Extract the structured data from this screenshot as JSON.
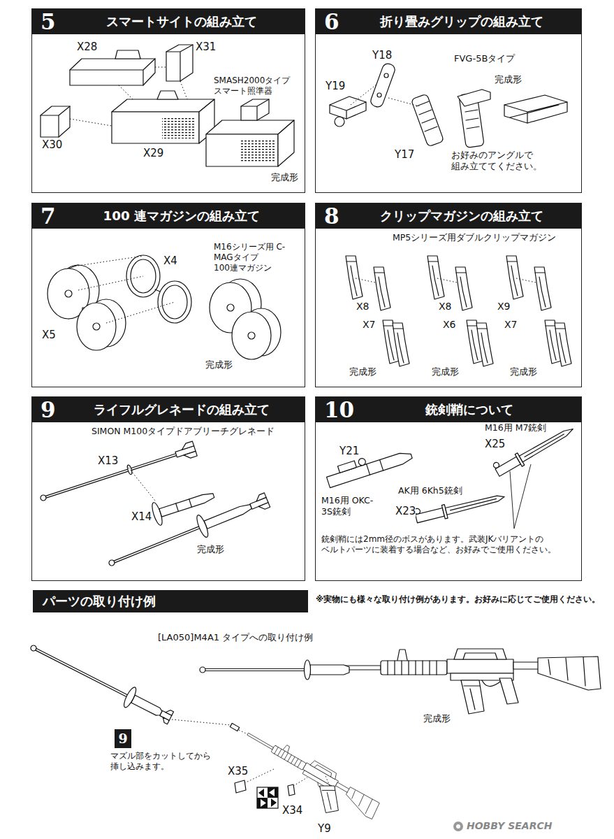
{
  "diagram": {
    "nodes": [
      {
        "text": [
          "5",
          "スマートサイトの組み立て"
        ]
      },
      {
        "text": [
          "6",
          "折り畳みグリップの組み立て"
        ]
      },
      {
        "text": [
          "7",
          "100 連マガジンの組み立て"
        ]
      },
      {
        "text": [
          "8",
          "クリップマガジンの組み立て"
        ]
      },
      {
        "text": [
          "9",
          "ライフルグレネードの組み立て"
        ]
      },
      {
        "text": [
          "10",
          "銃剣鞘について"
        ]
      },
      {
        "text": [
          "パーツの取り付け例"
        ]
      },
      {
        "text": [
          "9"
        ]
      }
    ],
    "labels": [
      "X28",
      "X31",
      "SMASH2000タイプ スマート照準器",
      "X30",
      "X29",
      "完成形",
      "Y18",
      "FVG-5Bタイプ",
      "完成形",
      "Y19",
      "Y17",
      "お好みのアングルで 組み立ててください。",
      "X4",
      "M16シリーズ用 C-MAGタイプ 100連マガジン",
      "X5",
      "完成形",
      "MP5シリーズ用ダブルクリップマガジン",
      "X8",
      "X7",
      "X8",
      "X6",
      "X9",
      "X7",
      "完成形",
      "完成形",
      "完成形",
      "SIMON M100タイプドアブリーチグレネード",
      "X13",
      "X14",
      "完成形",
      "M16用 M7銃剣",
      "X25",
      "Y21",
      "M16用 OKC-3S銃剣",
      "AK用 6Kh5銃剣",
      "X23",
      "銃剣鞘には2mm径のボスがあります。武装JKバリアントの ベルトパーツに装着する場合など、お好みでご使用ください。",
      "※実物にも様々な取り付け例があります。お好みに応じてご使用ください。",
      "[LA050]M4A1 タイプへの取り付け例",
      "完成形",
      "マズル部をカットしてから 挿し込みます。",
      "X35",
      "X34",
      "Y9",
      "HOBBY SEARCH"
    ]
  }
}
